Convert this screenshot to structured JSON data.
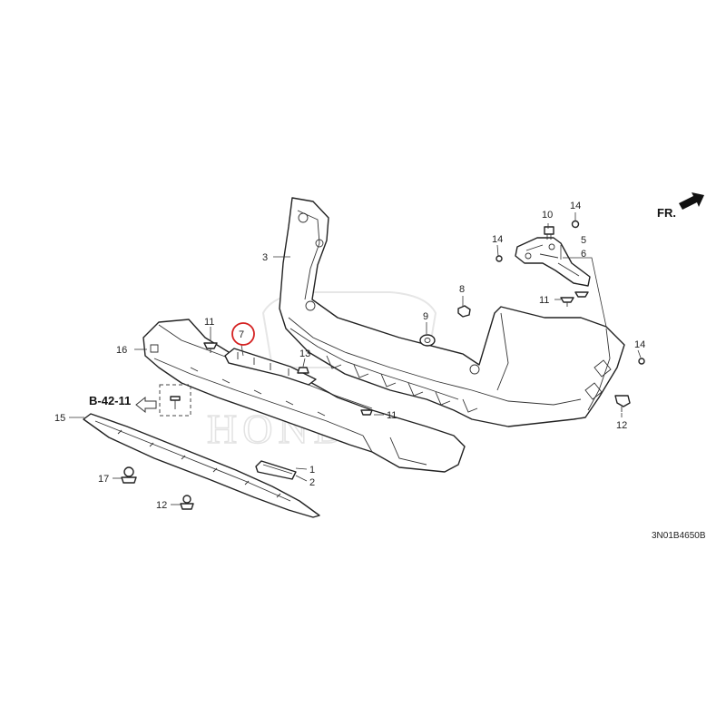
{
  "direction_label": "FR.",
  "reference_label": "B-42-11",
  "drawing_code": "3N01B4650B",
  "highlighted_callout": "7",
  "highlight_color": "#d42020",
  "callouts": {
    "c1": "1",
    "c2": "2",
    "c3": "3",
    "c5": "5",
    "c6": "6",
    "c7": "7",
    "c8": "8",
    "c9": "9",
    "c10": "10",
    "c11a": "11",
    "c11b": "11",
    "c11c": "11",
    "c12a": "12",
    "c12b": "12",
    "c13": "13",
    "c14a": "14",
    "c14b": "14",
    "c14c": "14",
    "c15": "15",
    "c16": "16",
    "c17": "17"
  }
}
